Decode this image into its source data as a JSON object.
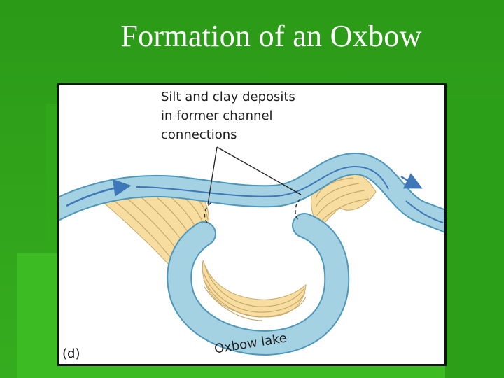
{
  "slide": {
    "title": "Formation of an Oxbow"
  },
  "figure": {
    "callout": {
      "line1": "Silt and clay deposits",
      "line2": "in former channel",
      "line3": "connections"
    },
    "lake_label": "Oxbow lake",
    "panel_label": "(d)"
  },
  "colors": {
    "background": "#2ea31a",
    "water": "#a4d2e2",
    "water_outline": "#4d97bd",
    "flow_arrow": "#3f78b8",
    "sediment": "#f7dda0",
    "sediment_lines": "#c9a86a"
  }
}
